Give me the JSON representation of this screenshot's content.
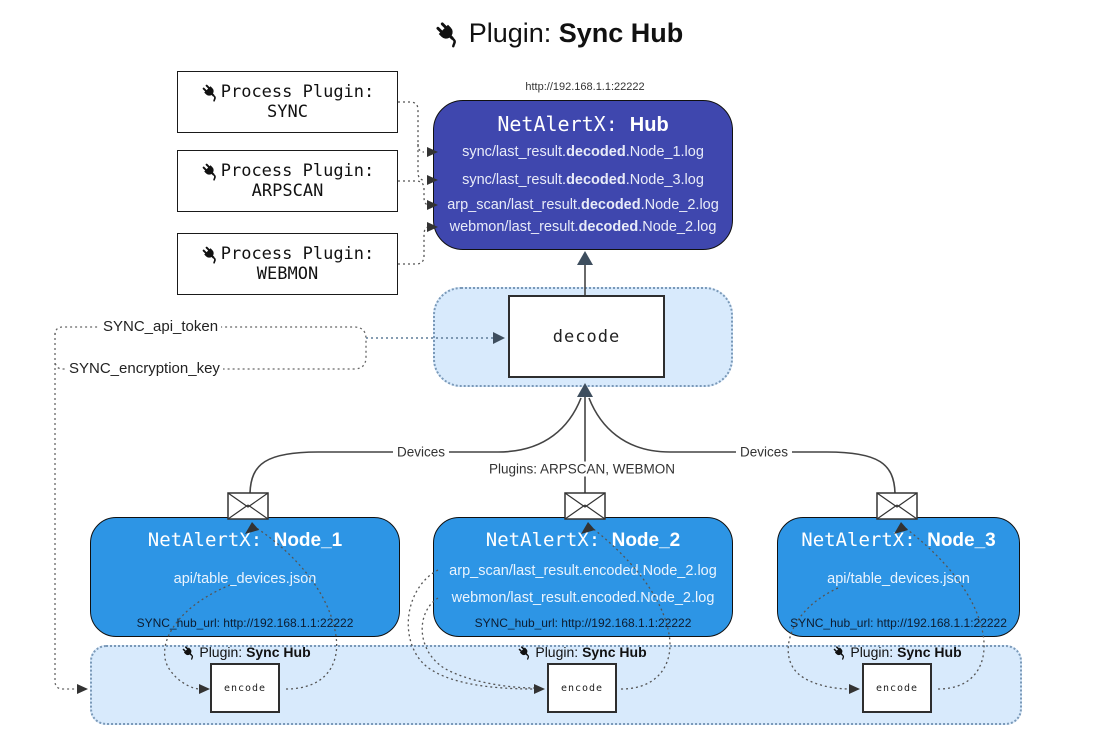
{
  "title": {
    "icon": "plug-icon",
    "prefix": "Plugin: ",
    "bold": "Sync Hub"
  },
  "hub": {
    "url": "http://192.168.1.1:22222",
    "title_prefix": "NetAlertX: ",
    "title_bold": "Hub",
    "lines": [
      {
        "pre": "sync/last_result.",
        "bold": "decoded",
        "post": ".Node_1.log"
      },
      {
        "pre": "sync/last_result.",
        "bold": "decoded",
        "post": ".Node_3.log"
      },
      {
        "pre": "arp_scan/last_result.",
        "bold": "decoded",
        "post": ".Node_2.log"
      },
      {
        "pre": "webmon/last_result.",
        "bold": "decoded",
        "post": ".Node_2.log"
      }
    ]
  },
  "process_plugins": [
    {
      "icon": "plug-icon",
      "label": "Process Plugin:",
      "name": "SYNC"
    },
    {
      "icon": "plug-icon",
      "label": "Process Plugin:",
      "name": "ARPSCAN"
    },
    {
      "icon": "plug-icon",
      "label": "Process Plugin:",
      "name": "WEBMON"
    }
  ],
  "keys": {
    "api_token": "SYNC_api_token",
    "encryption_key": "SYNC_encryption_key"
  },
  "decode_label": "decode",
  "edges": {
    "devices_left": "Devices",
    "plugins_middle": "Plugins: ARPSCAN, WEBMON",
    "devices_right": "Devices"
  },
  "nodes": [
    {
      "title_prefix": "NetAlertX: ",
      "title_bold": "Node_1",
      "lines": [
        "api/table_devices.json"
      ],
      "hub_url": "SYNC_hub_url: http://192.168.1.1:22222"
    },
    {
      "title_prefix": "NetAlertX: ",
      "title_bold": "Node_2",
      "lines": [
        "arp_scan/last_result.encoded.Node_2.log",
        "webmon/last_result.encoded.Node_2.log"
      ],
      "hub_url": "SYNC_hub_url: http://192.168.1.1:22222"
    },
    {
      "title_prefix": "NetAlertX: ",
      "title_bold": "Node_3",
      "lines": [
        "api/table_devices.json"
      ],
      "hub_url": "SYNC_hub_url: http://192.168.1.1:22222"
    }
  ],
  "encoders": [
    {
      "icon": "plug-icon",
      "label_prefix": "Plugin: ",
      "label_bold": "Sync Hub",
      "box_label": "encode"
    },
    {
      "icon": "plug-icon",
      "label_prefix": "Plugin: ",
      "label_bold": "Sync Hub",
      "box_label": "encode"
    },
    {
      "icon": "plug-icon",
      "label_prefix": "Plugin: ",
      "label_bold": "Sync Hub",
      "box_label": "encode"
    }
  ],
  "icons": {
    "plug": "plug-icon",
    "envelope": "envelope-icon"
  },
  "colors": {
    "hub_fill": "#3f47ae",
    "node_fill": "#2d95e5",
    "panel_fill": "#d8eafc",
    "panel_border": "#7a99b8",
    "solid_line": "#444444",
    "dotted_line": "#555555",
    "arrow_dark": "#3e4e5e"
  }
}
